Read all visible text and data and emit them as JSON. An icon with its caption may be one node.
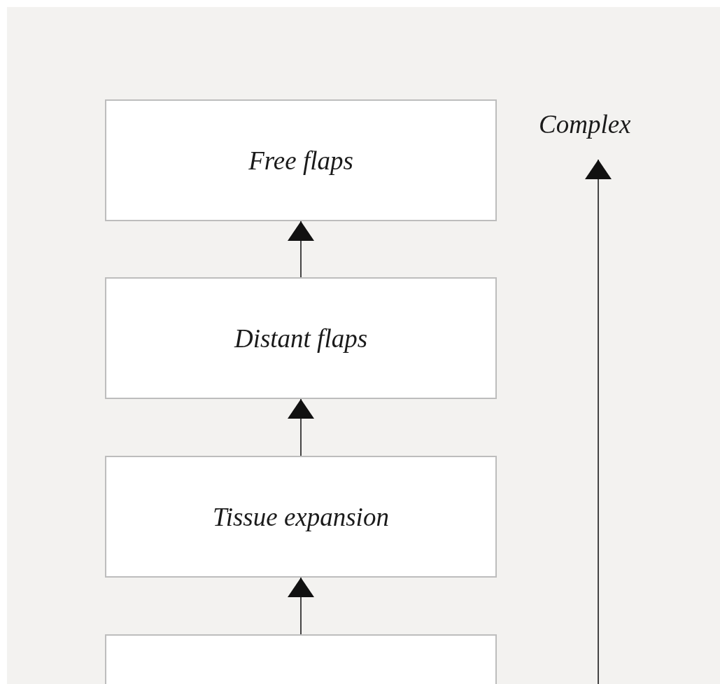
{
  "diagram": {
    "nodes": [
      {
        "text": [
          "Free flaps"
        ]
      },
      {
        "text": [
          "Distant flaps"
        ]
      },
      {
        "text": [
          "Tissue expansion"
        ]
      },
      {
        "text": [],
        "shape": "box"
      }
    ],
    "edges": [
      {
        "from": 1,
        "to": 0,
        "arrow": "to"
      },
      {
        "from": 2,
        "to": 1,
        "arrow": "to"
      },
      {
        "from": 3,
        "to": 2,
        "arrow": "to"
      }
    ],
    "labels": [
      "Complex"
    ]
  }
}
